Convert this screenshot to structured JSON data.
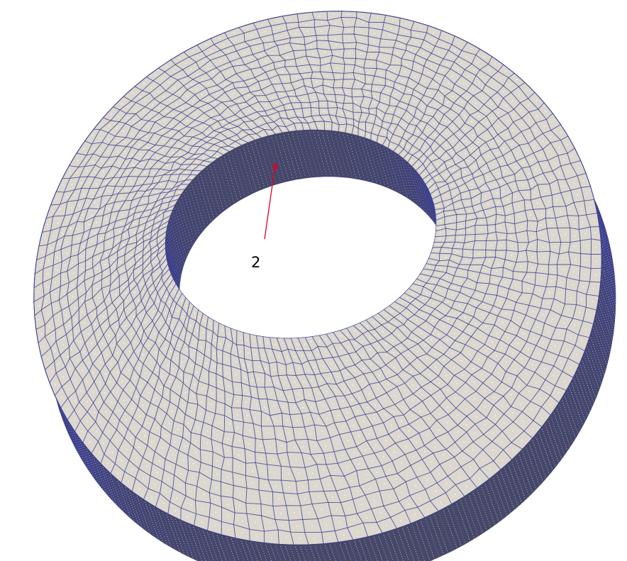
{
  "annotation": {
    "label": "2"
  },
  "colors": {
    "background": "#ffffff",
    "surface": "#dcd8cf",
    "mesh_edge": "#3a3d8f",
    "side_wall": "#4b4c5a",
    "node_dot": "#ffffff",
    "leader_line": "#e00022"
  },
  "mesh": {
    "radial_layers": 16,
    "segments": 120,
    "side_layers": 18
  }
}
